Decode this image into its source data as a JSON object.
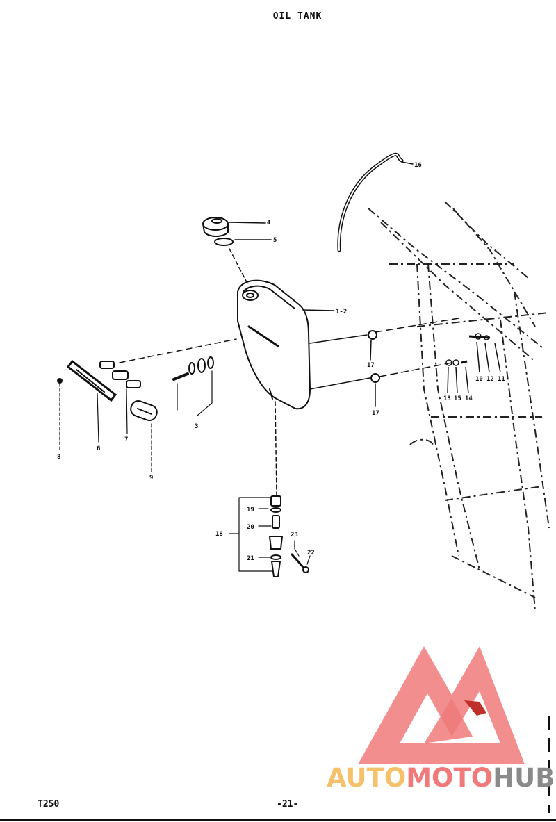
{
  "title": "OIL TANK",
  "footer": {
    "model": "T250",
    "page": "-21-"
  },
  "watermark": {
    "auto": "AUTO",
    "moto": "MOTO",
    "hub": "HUB",
    "color_red": "#f07a7a",
    "color_yellow": "#f5c26b",
    "color_gray": "#8a8a8a"
  },
  "callouts": {
    "c1_2": "1-2",
    "c3": "3",
    "c4": "4",
    "c5": "5",
    "c6": "6",
    "c7": "7",
    "c8": "8",
    "c9": "9",
    "c10": "10",
    "c11": "11",
    "c12": "12",
    "c13": "13",
    "c14": "14",
    "c15": "15",
    "c16": "16",
    "c17a": "17",
    "c17b": "17",
    "c18": "18",
    "c19": "19",
    "c20": "20",
    "c21": "21",
    "c22": "22",
    "c23": "23"
  }
}
